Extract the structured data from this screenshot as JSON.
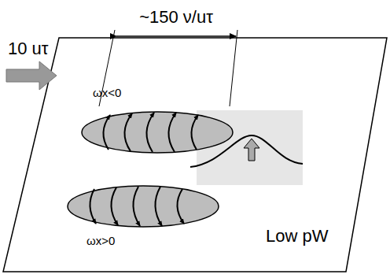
{
  "diagram": {
    "labels": [
      "~150 ν/uτ",
      "10 uτ",
      "ωx<0",
      "ωx>0",
      "Low pW"
    ]
  }
}
